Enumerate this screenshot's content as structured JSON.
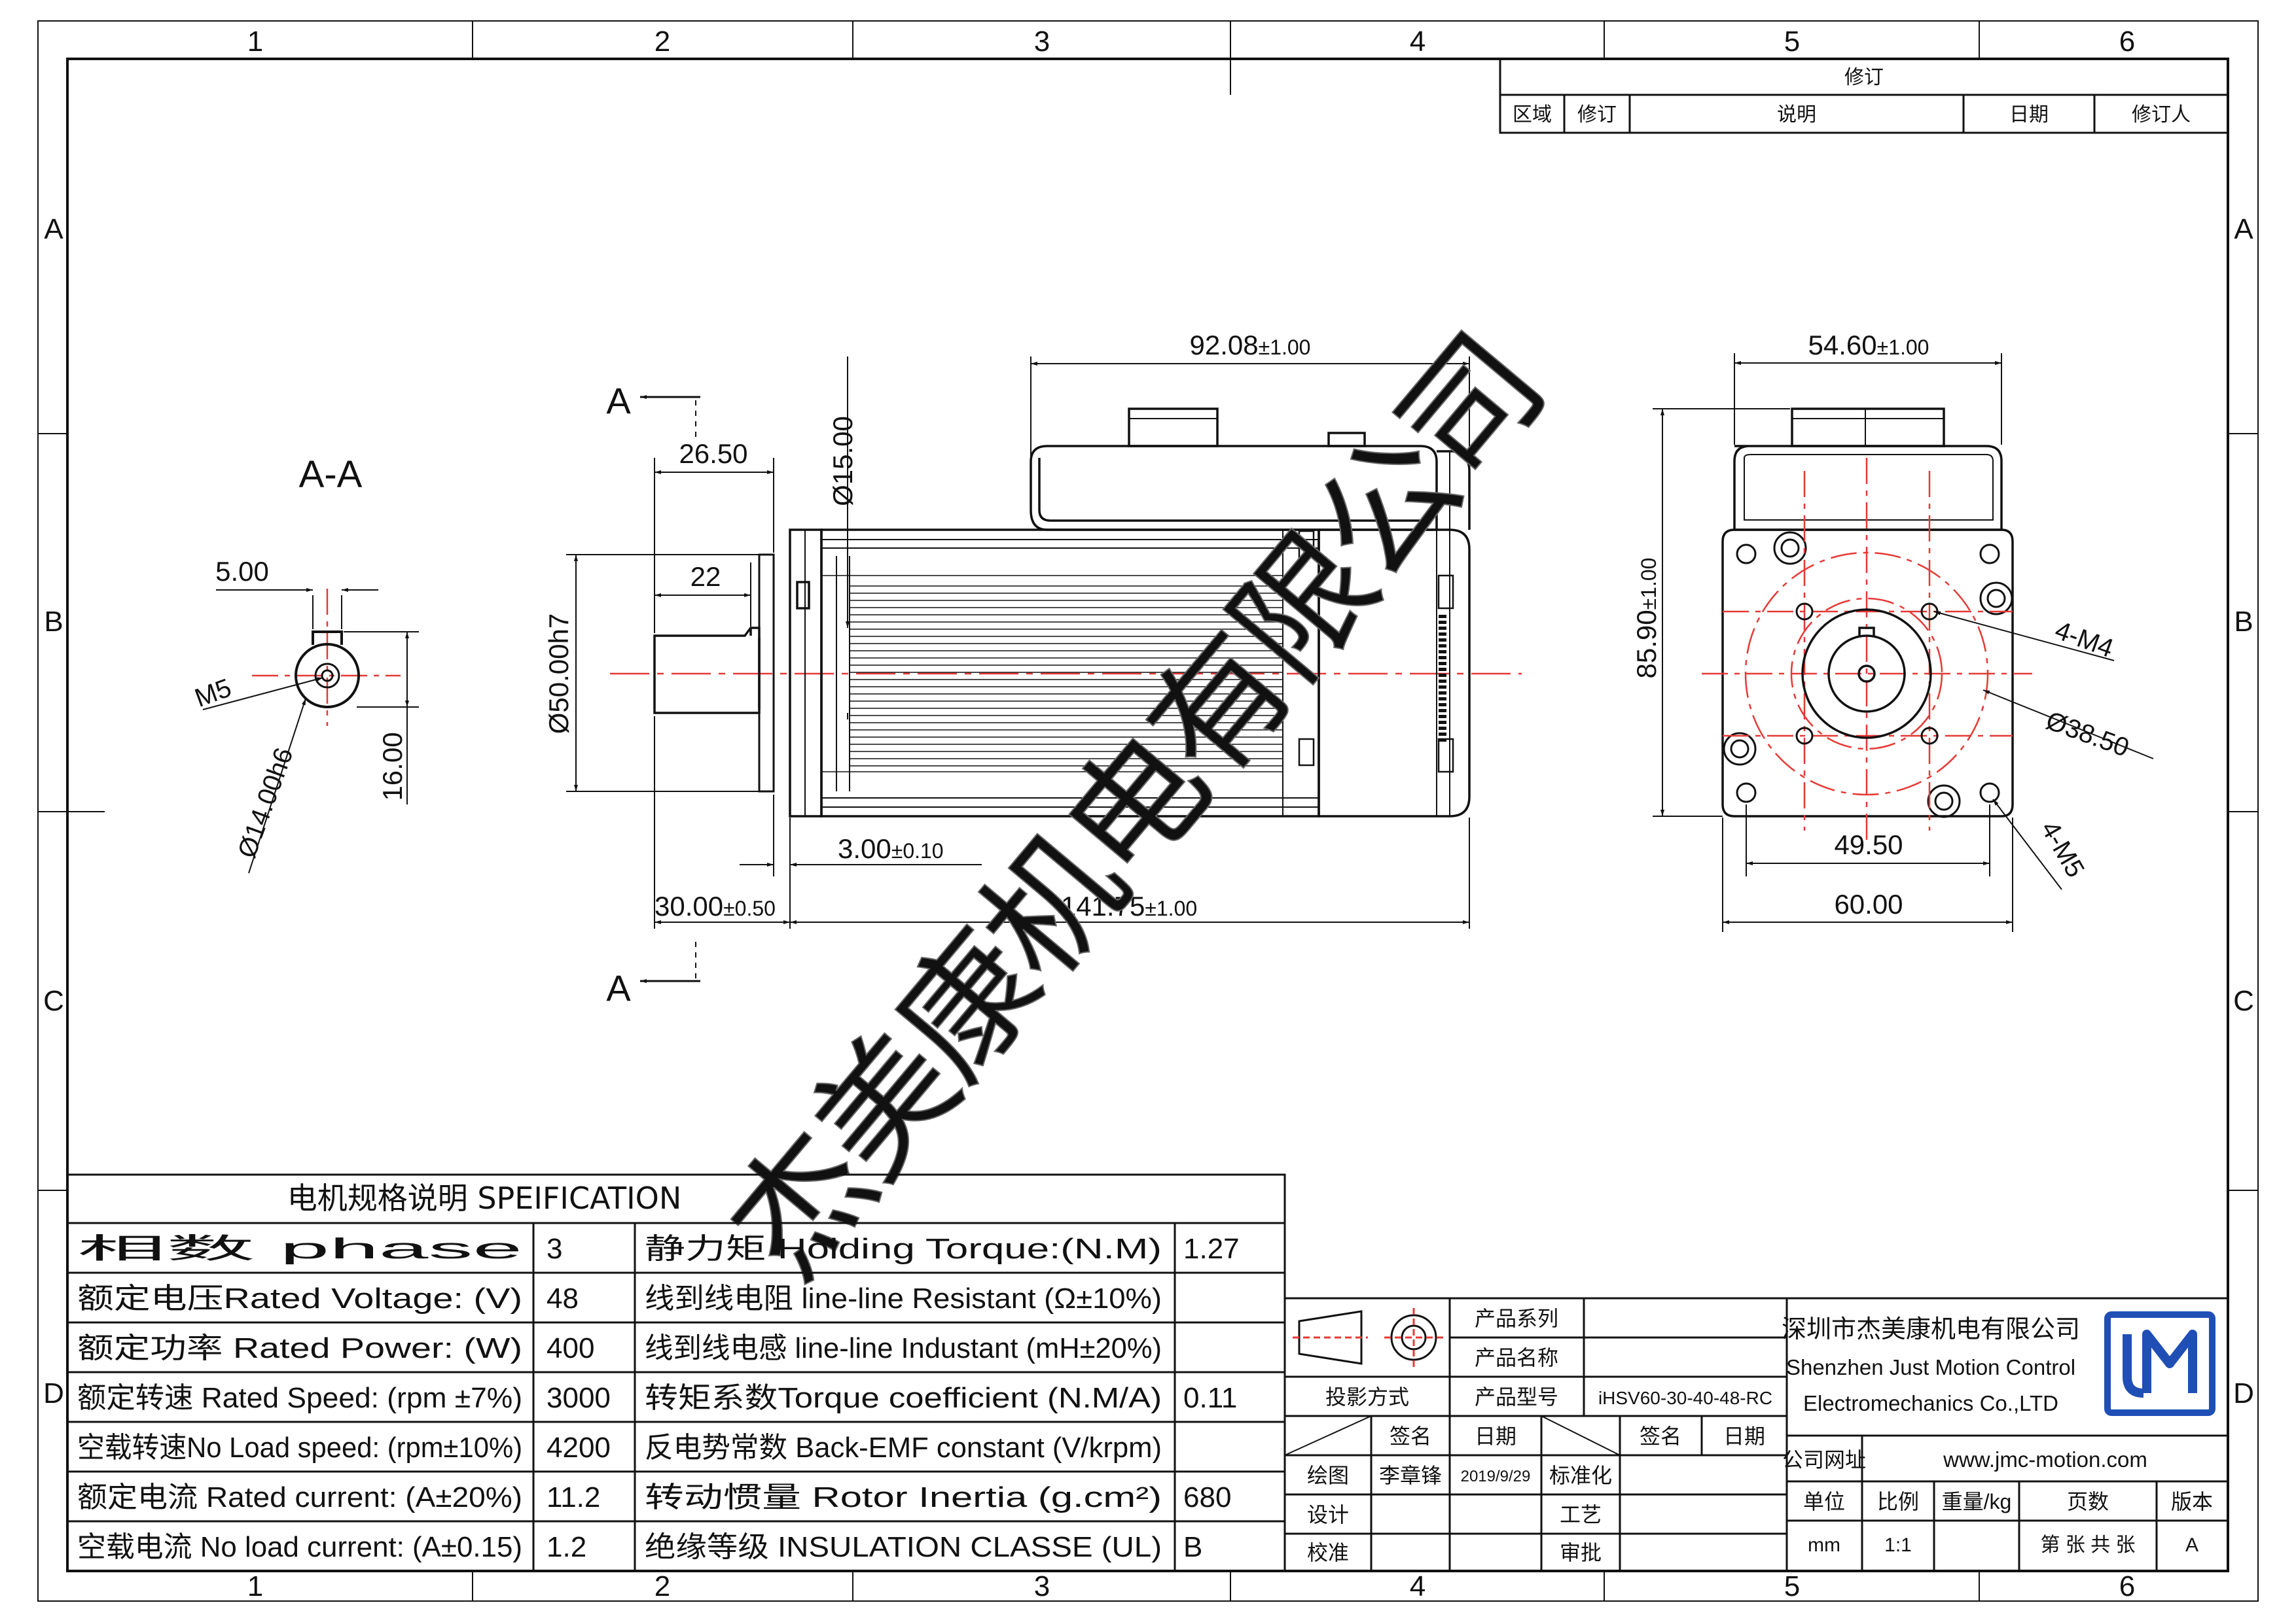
{
  "grid": {
    "cols": [
      "1",
      "2",
      "3",
      "4",
      "5",
      "6"
    ],
    "rows": [
      "A",
      "B",
      "C",
      "D"
    ]
  },
  "revision": {
    "title": "修订",
    "headers": [
      "区域",
      "修订",
      "说明",
      "日期",
      "修订人"
    ]
  },
  "section": {
    "title": "A-A",
    "marker": "A",
    "dim_keyway": "5.00",
    "thread": "M5",
    "dim_shaft": "Ø14.00h6",
    "dim_flat": "16.00"
  },
  "side_view": {
    "dim_overall_top": "92.08",
    "dim_overall_top_tol": "±1.00",
    "dim_26": "26.50",
    "dim_22": "22",
    "dim_d15": "Ø15.00",
    "dim_d50": "Ø50.00h7",
    "dim_3": "3.00",
    "dim_3_tol": "±0.10",
    "dim_30": "30.00",
    "dim_30_tol": "±0.50",
    "dim_len": "141.75",
    "dim_len_tol": "±1.00"
  },
  "front_view": {
    "dim_width": "54.60",
    "dim_width_tol": "±1.00",
    "dim_height": "85.90",
    "dim_height_tol": "±1.00",
    "label_m4": "4-M4",
    "label_d38": "Ø38.50",
    "label_m5": "4-M5",
    "dim_4950": "49.50",
    "dim_60": "60.00"
  },
  "watermark": "杰美康机电有限公司",
  "spec_table": {
    "title": "电机规格说明 SPEIFICATION",
    "rows": [
      {
        "p1": "相数 phase",
        "v1": "3",
        "p2": "静力矩 Holding Torque:(N.M)",
        "v2": "1.27"
      },
      {
        "p1": "额定电压Rated Voltage: (V)",
        "v1": "48",
        "p2": "线到线电阻 line-line Resistant (Ω±10%)",
        "v2": ""
      },
      {
        "p1": "额定功率 Rated Power: (W)",
        "v1": "400",
        "p2": "线到线电感 line-line Industant (mH±20%)",
        "v2": ""
      },
      {
        "p1": "额定转速 Rated Speed: (rpm ±7%)",
        "v1": "3000",
        "p2": "转矩系数Torque coefficient (N.M/A)",
        "v2": "0.11"
      },
      {
        "p1": "空载转速No Load speed: (rpm±10%)",
        "v1": "4200",
        "p2": "反电势常数 Back-EMF constant (V/krpm)",
        "v2": ""
      },
      {
        "p1": "额定电流 Rated current: (A±20%)",
        "v1": "11.2",
        "p2": "转动惯量 Rotor Inertia (g.cm²)",
        "v2": "680"
      },
      {
        "p1": "空载电流 No load current: (A±0.15)",
        "v1": "1.2",
        "p2": "绝缘等级 INSULATION CLASSE (UL)",
        "v2": "B"
      }
    ]
  },
  "title_block": {
    "product_series_label": "产品系列",
    "product_name_label": "产品名称",
    "product_model_label": "产品型号",
    "product_model": "iHSV60-30-40-48-RC",
    "projection": "投影方式",
    "sign": "签名",
    "date": "日期",
    "sign2": "签名",
    "date2": "日期",
    "drawn": "绘图",
    "drawn_by": "李章锋",
    "drawn_date": "2019/9/29",
    "standard": "标准化",
    "design": "设计",
    "process": "工艺",
    "check": "校准",
    "approve": "审批",
    "company_cn": "深圳市杰美康机电有限公司",
    "company_en1": "Shenzhen Just Motion Control",
    "company_en2": "Electromechanics Co.,LTD",
    "website_label": "公司网址",
    "website": "www.jmc-motion.com",
    "unit_label": "单位",
    "scale_label": "比例",
    "weight_label": "重量/kg",
    "pages_label": "页数",
    "version_label": "版本",
    "unit": "mm",
    "scale": "1:1",
    "weight": "",
    "pages": "第 张 共 张",
    "version": "A"
  },
  "colors": {
    "line": "#111111",
    "center": "#e53935"
  }
}
